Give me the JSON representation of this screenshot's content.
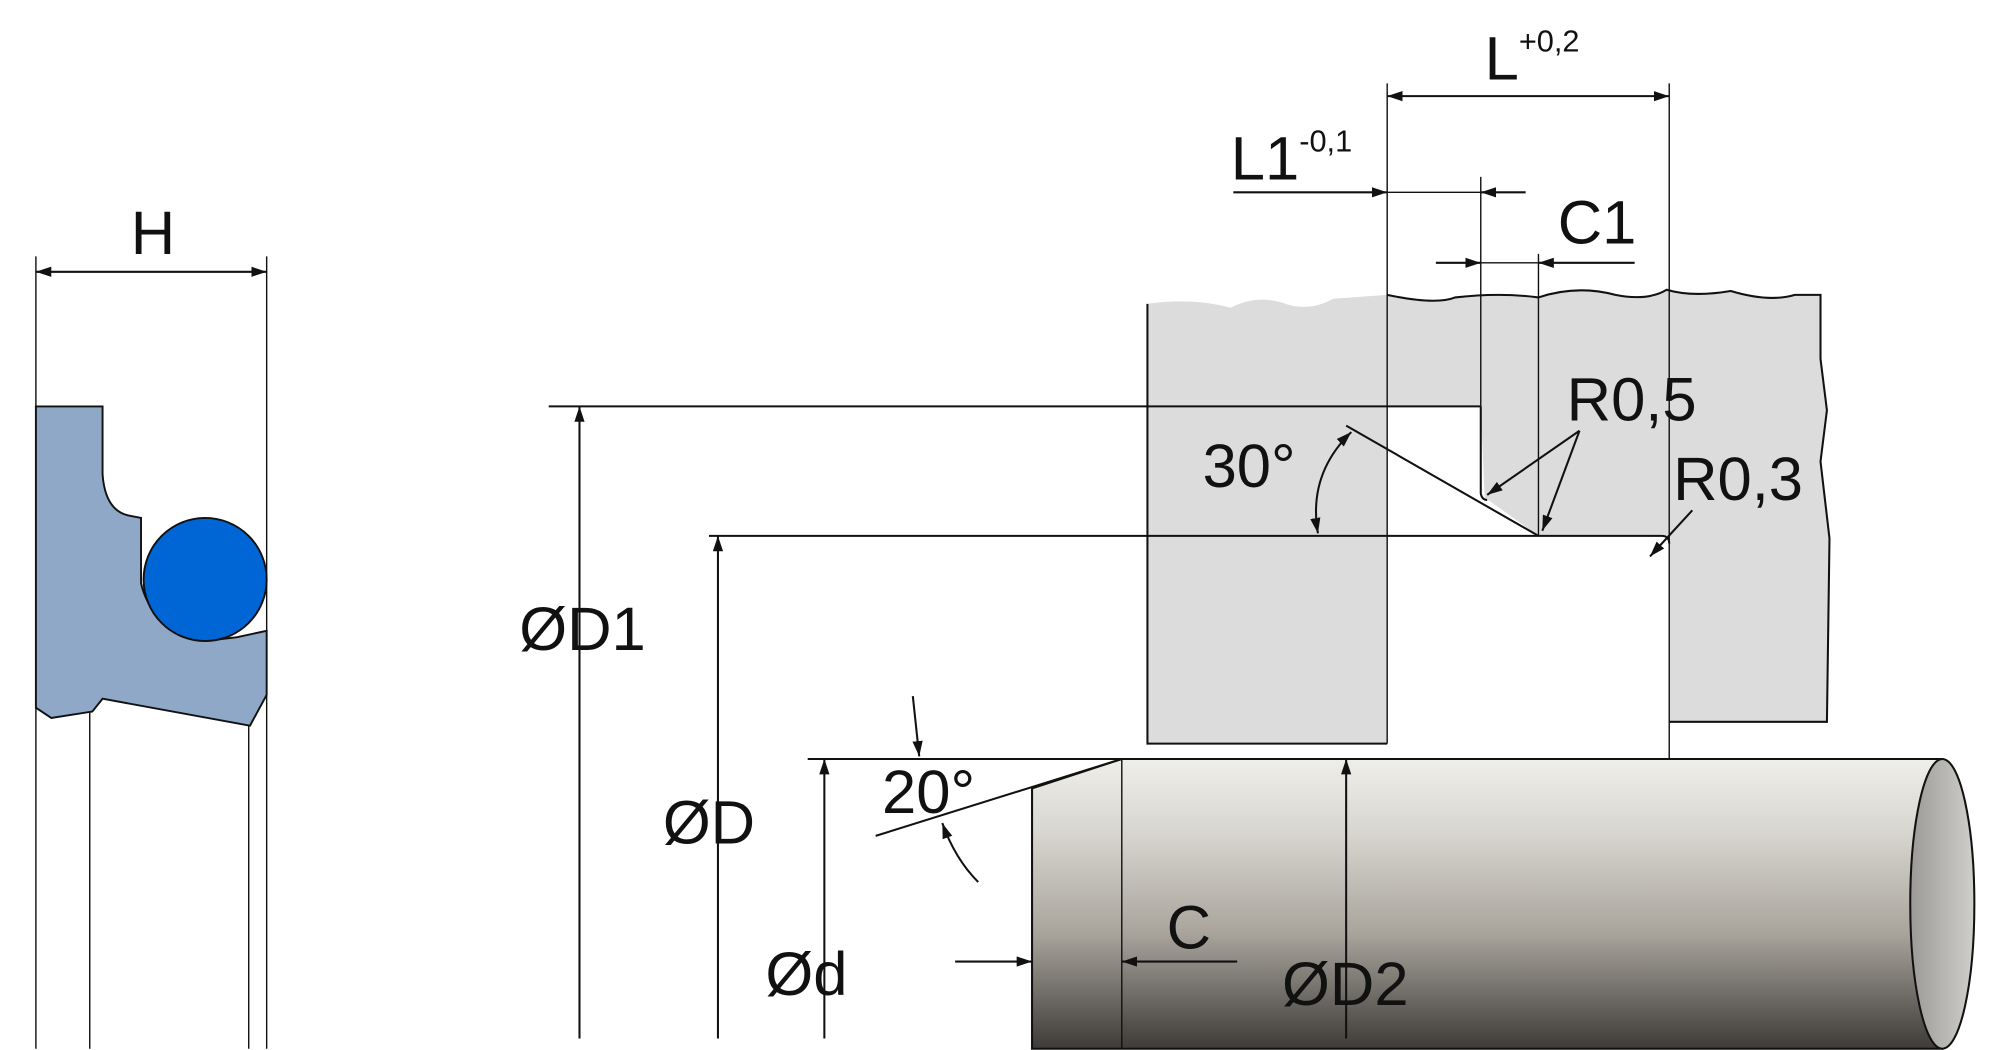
{
  "seal": {
    "width_label": "H",
    "body_color": "#8fa8c8",
    "oring_color": "#0066d6"
  },
  "groove": {
    "length_label": "L",
    "length_tol": "+0,2",
    "l1_label": "L1",
    "l1_tol": "-0,1",
    "c1_label": "C1",
    "radius_inner": "R0,5",
    "radius_outer": "R0,3",
    "angle_chamfer": "30°",
    "d1_label": "ØD1",
    "d_label": "ØD",
    "housing_color": "#dcdcdc"
  },
  "rod": {
    "angle_lead": "20°",
    "c_label": "C",
    "d_small_label": "Ød",
    "d2_label": "ØD2"
  }
}
